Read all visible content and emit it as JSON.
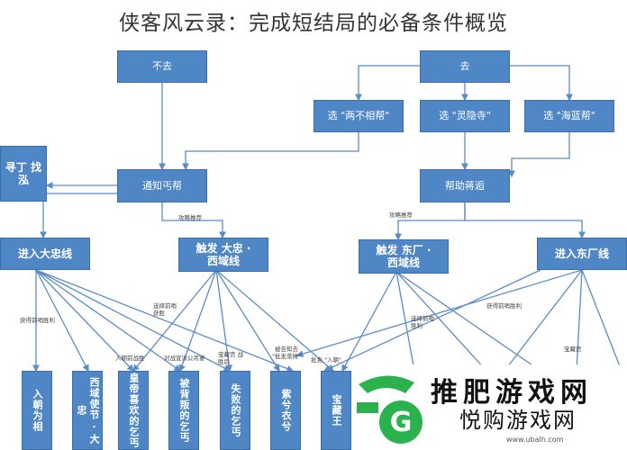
{
  "title": "侠客风云录：完成短结局的必备条件概览",
  "nodes": {
    "not_go": "不去",
    "go": "去",
    "choose_a": "选 \"两不相帮\"",
    "choose_b": "选 \"灵隐寺\"",
    "choose_c": "选 \"海蓝帮\"",
    "notify": "通知丐帮",
    "help": "帮助蒋逅",
    "side": "寻丁 找泓",
    "dazhong": "进入大忠线",
    "trigger_left": "触发 大忠 · 西域线",
    "trigger_right": "触发 东厂 · 西域线",
    "dongchang": "进入东厂线",
    "leaf1": "入朝为相",
    "leaf2": "西域使节 · 大忠",
    "leaf3": "皇帝喜欢的乞丐",
    "leaf4": "被背叛的乞丐",
    "leaf5": "失败的乞丐",
    "leaf6": "紫兮衣兮",
    "leaf7": "宝藏王"
  },
  "edge_labels": {
    "e1": "攻略推荐",
    "e2": "攻略推荐",
    "e3": "获得前哨胜利",
    "e4": "选择前哨 获胜",
    "e5": "入朝前战胜",
    "e6": "对战宣读公吊宴",
    "e7": "宝藏宫 战胜后",
    "e8": "被告知去 \"批发菜摊\"",
    "e9": "批卖 \"入朝\"",
    "e10": "选择前哨 胜利",
    "e11": "获得前哨胜利",
    "e12": "宝藏宫"
  },
  "watermark": {
    "top": "推肥游戏网",
    "bottom": "悦购游戏网",
    "url": "www.ubalh.com",
    "colors": {
      "green": "#2bb24c",
      "dark": "#111111"
    }
  },
  "colors": {
    "box": "#4f86c6",
    "box_border": "#3c6ea8",
    "line": "#5b8cc8"
  }
}
